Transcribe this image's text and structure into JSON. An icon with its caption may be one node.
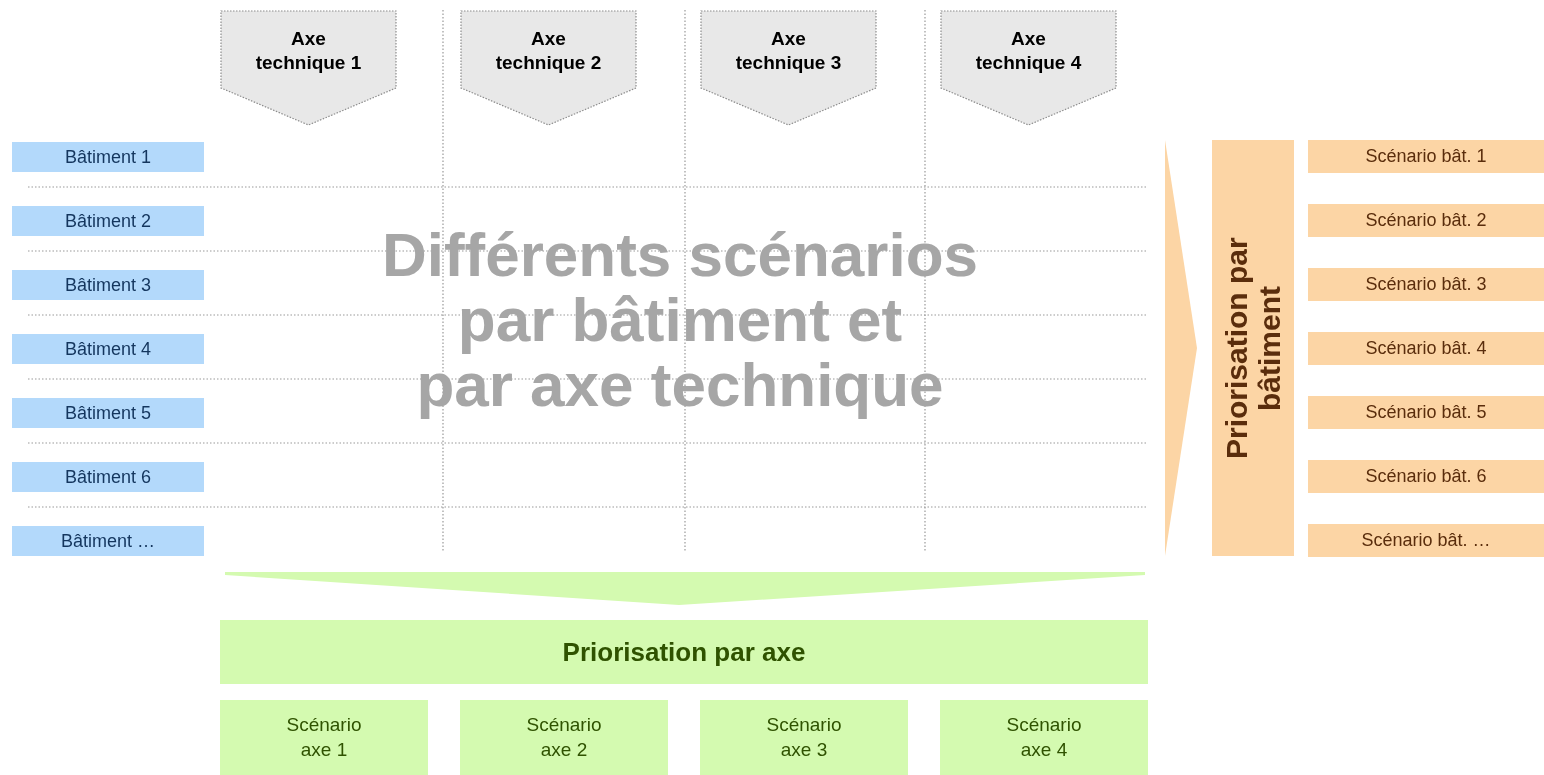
{
  "diagram": {
    "nodes": [
      {
        "text": [
          "Axe technique 1"
        ]
      },
      {
        "text": [
          "Axe technique 2"
        ]
      },
      {
        "text": [
          "Axe technique 3"
        ]
      },
      {
        "text": [
          "Axe technique 4"
        ]
      },
      {
        "text": [
          "Bâtiment 1"
        ]
      },
      {
        "text": [
          "Bâtiment 2"
        ]
      },
      {
        "text": [
          "Bâtiment 3"
        ]
      },
      {
        "text": [
          "Bâtiment 4"
        ]
      },
      {
        "text": [
          "Bâtiment 5"
        ]
      },
      {
        "text": [
          "Bâtiment 6"
        ]
      },
      {
        "text": [
          "Bâtiment …"
        ]
      },
      {
        "text": [
          "Priorisation par bâtiment"
        ]
      },
      {
        "text": [
          "Scénario bât. 1"
        ]
      },
      {
        "text": [
          "Scénario bât. 2"
        ]
      },
      {
        "text": [
          "Scénario bât. 3"
        ]
      },
      {
        "text": [
          "Scénario bât. 4"
        ]
      },
      {
        "text": [
          "Scénario bât. 5"
        ]
      },
      {
        "text": [
          "Scénario bât. 6"
        ]
      },
      {
        "text": [
          "Scénario bât. …"
        ]
      },
      {
        "text": [
          "Priorisation par axe"
        ]
      },
      {
        "text": [
          "Scénario axe 1"
        ]
      },
      {
        "text": [
          "Scénario axe 2"
        ]
      },
      {
        "text": [
          "Scénario axe 3"
        ]
      },
      {
        "text": [
          "Scénario axe 4"
        ]
      }
    ],
    "edges": [
      {
        "from": null,
        "to": 11,
        "arrow": "to",
        "color": "#fcd5a5"
      },
      {
        "from": null,
        "to": 19,
        "arrow": "to",
        "color": "#d4fab0"
      }
    ],
    "labels": [
      "Différents scénarios par bâtiment et par axe technique"
    ]
  }
}
